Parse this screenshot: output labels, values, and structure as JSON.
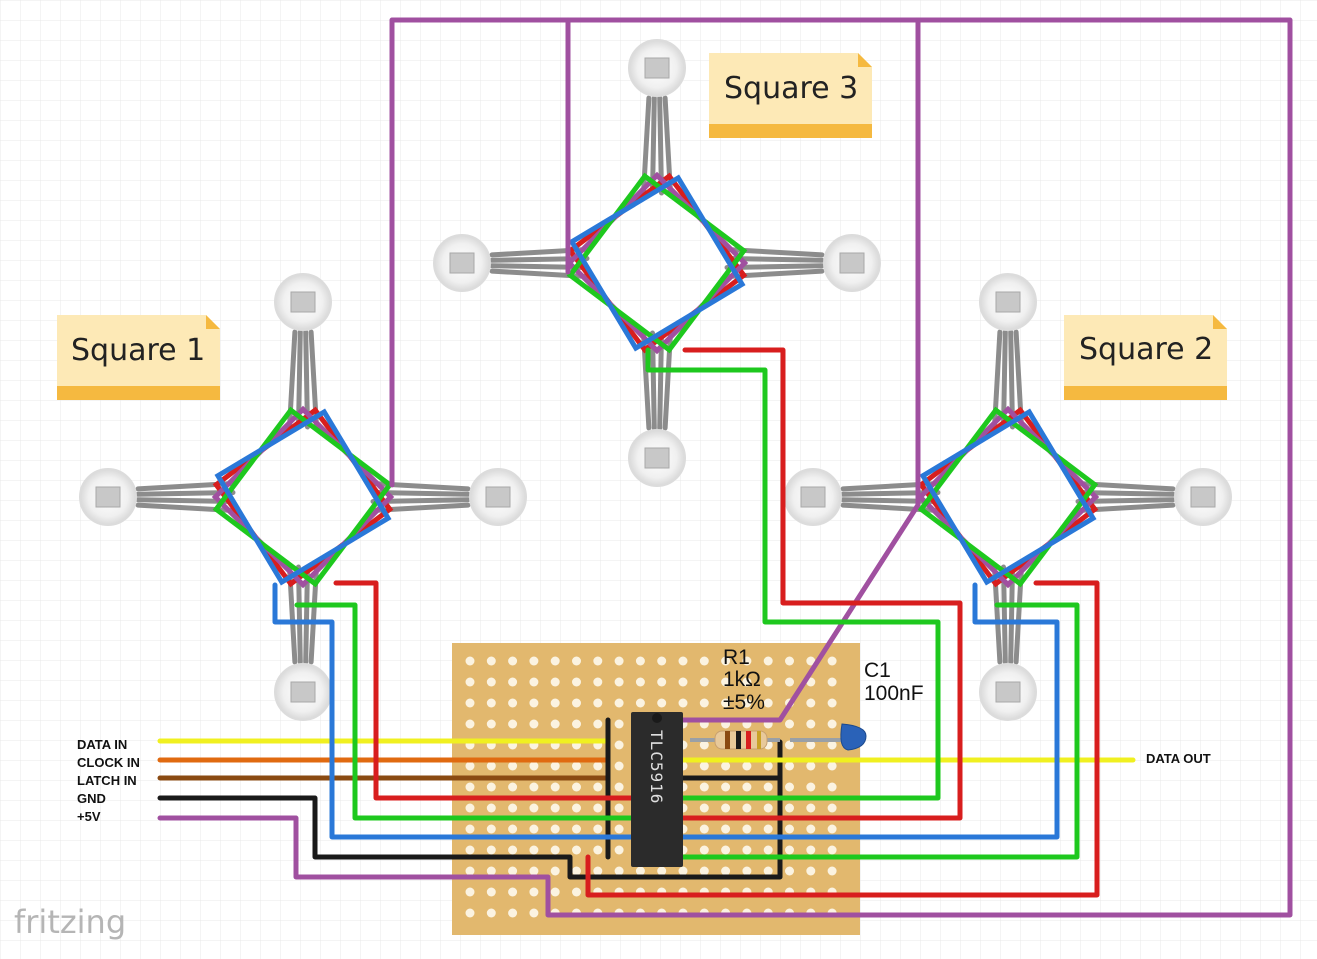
{
  "notes": [
    {
      "id": "square-1",
      "label": "Square 1"
    },
    {
      "id": "square-2",
      "label": "Square 2"
    },
    {
      "id": "square-3",
      "label": "Square 3"
    }
  ],
  "inputs": {
    "data_in": "DATA IN",
    "clock_in": "CLOCK IN",
    "latch_in": "LATCH IN",
    "gnd": "GND",
    "vcc": "+5V"
  },
  "output": {
    "data_out": "DATA OUT"
  },
  "chip": {
    "label": "TLC5916"
  },
  "resistor": {
    "name": "R1",
    "value": "1kΩ",
    "tolerance": "±5%"
  },
  "capacitor": {
    "name": "C1",
    "value": "100nF"
  },
  "brand": "fritzing",
  "colors": {
    "red": "#d81e1e",
    "green": "#1ec81e",
    "blue": "#2a78d8",
    "purple": "#a050a0",
    "yellow": "#f0f020",
    "orange": "#e06a10",
    "brown": "#8a4a12",
    "black": "#1a1a1a",
    "gray": "#8c8c8c",
    "board": "#e2b86e",
    "note": "#fde9b6",
    "note_bar": "#f5b940"
  }
}
